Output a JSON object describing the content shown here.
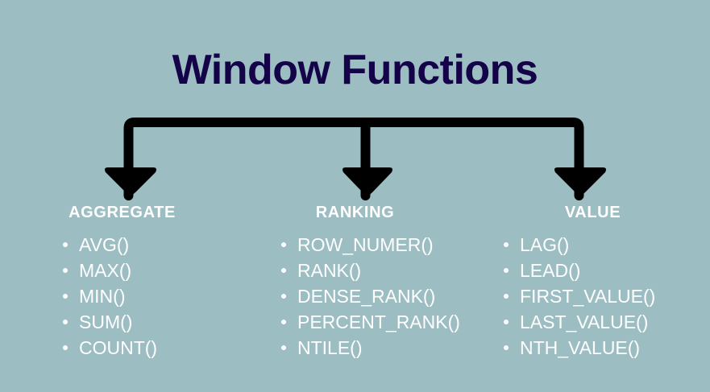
{
  "slide": {
    "title": "Window Functions",
    "background_color": "#9cbdc2",
    "title_color": "#140348",
    "text_color": "#ffffff",
    "connector_color": "#000000"
  },
  "columns": [
    {
      "header": "AGGREGATE",
      "items": [
        {
          "label": "AVG()"
        },
        {
          "label": "MAX()"
        },
        {
          "label": "MIN()"
        },
        {
          "label": "SUM()"
        },
        {
          "label": "COUNT()"
        }
      ]
    },
    {
      "header": "RANKING",
      "items": [
        {
          "label": "ROW_NUMER()"
        },
        {
          "label": "RANK()"
        },
        {
          "label": "DENSE_RANK()"
        },
        {
          "label": "PERCENT_RANK()"
        },
        {
          "label": "NTILE()"
        }
      ]
    },
    {
      "header": "VALUE",
      "items": [
        {
          "label": "LAG()"
        },
        {
          "label": "LEAD()"
        },
        {
          "label": "FIRST_VALUE()"
        },
        {
          "label": "LAST_VALUE()"
        },
        {
          "label": "NTH_VALUE()"
        }
      ]
    }
  ]
}
